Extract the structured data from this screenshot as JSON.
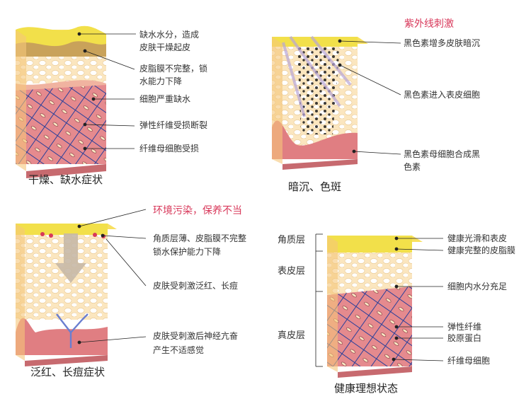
{
  "panel_dry": {
    "caption": "干燥、缺水症状",
    "labels": [
      "缺水水分，造成",
      "皮肤干燥起皮",
      "皮脂膜不完整，锁",
      "水能力下降",
      "细胞严重缺水",
      "弹性纤维受损断裂",
      "纤维母细胞受损"
    ]
  },
  "panel_dark": {
    "cause": "紫外线刺激",
    "caption": "暗沉、色斑",
    "labels": [
      "黑色素增多皮肤暗沉",
      "黑色素进入表皮细胞",
      "黑色素母细胞合成黑",
      "色素"
    ]
  },
  "panel_red": {
    "cause": "环境污染，保养不当",
    "caption": "泛红、长痘症状",
    "labels": [
      "角质层薄、皮脂膜不完整",
      "锁水保护能力下降",
      "皮肤受刺激泛红、长痘",
      "皮肤受刺激后神经亢奋",
      "产生不适感觉"
    ]
  },
  "panel_healthy": {
    "caption": "健康理想状态",
    "layers": [
      "角质层",
      "表皮层",
      "真皮层"
    ],
    "labels": [
      "健康光滑和表皮",
      "健康完整的皮脂膜",
      "细胞内水分充足",
      "弹性纤维",
      "胶原蛋白",
      "纤维母细胞"
    ]
  },
  "colors": {
    "sebum_yellow": "#f2e04a",
    "epidermis_cream": "#fbe9c4",
    "dermis_pink": "#e7848a",
    "fiber_blue": "#2a3f9a",
    "accent_red": "#d8385a"
  }
}
